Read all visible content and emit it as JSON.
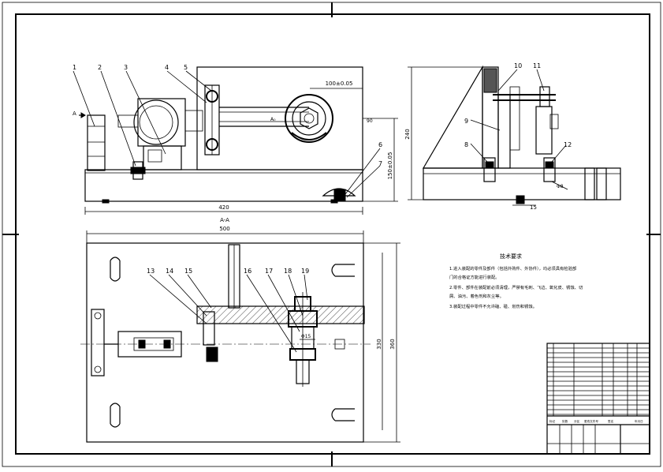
{
  "drawing": {
    "section_label": "A-A",
    "view_marker": "A",
    "dimensions": {
      "front_length": "420",
      "front_height": "150±0.05",
      "front_top": "100±0.05",
      "front_small": "A₀",
      "front_right_mark": "90",
      "side_height": "240",
      "side_bottom": "15",
      "side_pin": "Φ8",
      "top_length": "500",
      "top_width_inner": "330",
      "top_width_outer": "360",
      "top_pin": "Φ15"
    },
    "balloons": [
      "1",
      "2",
      "3",
      "4",
      "5",
      "6",
      "7",
      "8",
      "9",
      "10",
      "11",
      "12",
      "13",
      "14",
      "15",
      "16",
      "17",
      "18",
      "19"
    ]
  },
  "tech_requirements": {
    "title": "技术要求",
    "lines": [
      "1.进入装配的零件及部件（包括外购件、外协件），均必须具有检验部",
      "门的合格证方能进行装配。",
      "2.零件、部件在装配前必须清理，严禁有毛刺、飞边、氧化皮、锈蚀、切",
      "屑、油污、着色剂和灰尘等。",
      "3.装配过程中零件不允许磕、碰、划伤和锈蚀。"
    ]
  },
  "title_block": {
    "bottom_labels": [
      "标记",
      "处数",
      "分区",
      "更改文件号",
      "签名",
      "年月日"
    ]
  }
}
